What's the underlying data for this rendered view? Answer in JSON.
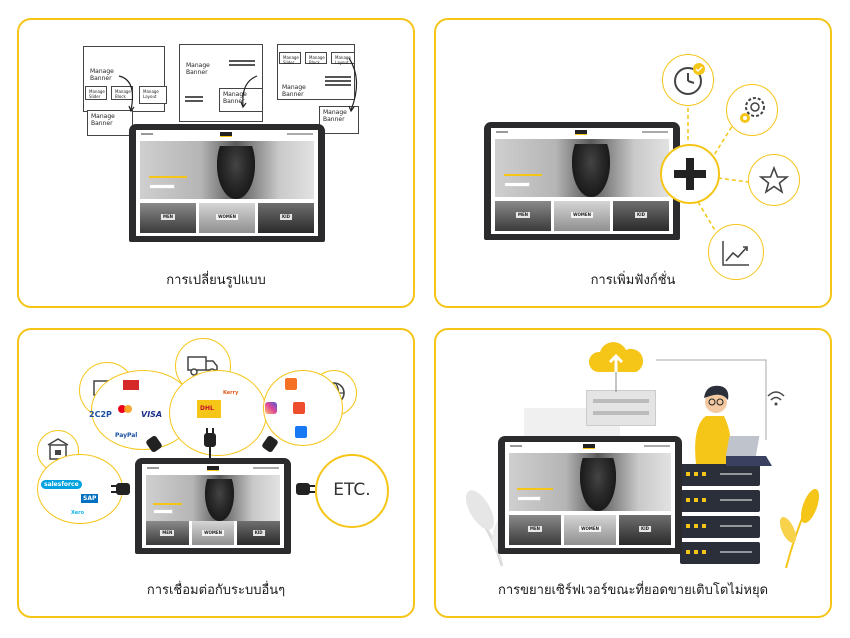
{
  "cards": [
    {
      "caption": "การเปลี่ยนรูปแบบ"
    },
    {
      "caption": "การเพิ่มฟังก์ชั่น"
    },
    {
      "caption": "การเชื่อมต่อกับระบบอื่นๆ"
    },
    {
      "caption": "การขยายเซิร์ฟเวอร์ขณะที่ยอดขายเติบโตไม่หยุด"
    }
  ],
  "wireframe": {
    "manage_banner": "Manage Banner",
    "manage_slider": "Manage Slider",
    "manage_block": "Manage Block",
    "manage_layout": "Manage Layout"
  },
  "laptop_screen": {
    "tiles": [
      "MEN",
      "WOMEN",
      "KID"
    ]
  },
  "integrations": {
    "etc_label": "ETC.",
    "payment_logos": [
      "2C2P",
      "VISA",
      "PayPal"
    ],
    "shipping_logos": [
      "DHL",
      "Kerry"
    ],
    "erp_logos": [
      "salesforce",
      "SAP",
      "Xero"
    ]
  },
  "colors": {
    "accent": "#f5c518",
    "dark": "#2b2b2e",
    "border": "#f5c518"
  }
}
